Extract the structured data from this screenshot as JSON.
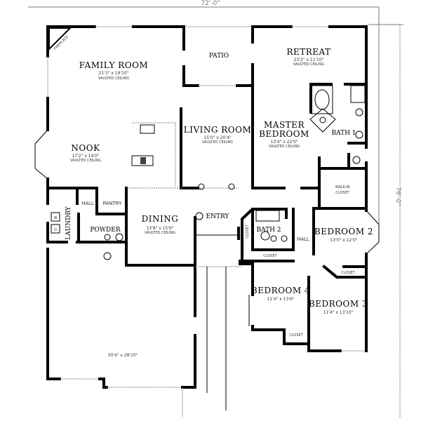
{
  "dimensions": {
    "width": "72'-0\"",
    "depth": "76'-0\""
  },
  "rooms": {
    "family_room": {
      "label": "FAMILY ROOM",
      "size": "21'3\" x 19'10\"",
      "note": "VAULTED CEILING"
    },
    "patio": {
      "label": "PATIO"
    },
    "retreat": {
      "label": "RETREAT",
      "size": "23'2\" x 11'10\"",
      "note": "VAULTED CEILING"
    },
    "living_room": {
      "label": "LIVING ROOM",
      "size": "15'0\" x 20'4\"",
      "note": "VAULTED CEILING"
    },
    "master_bedroom": {
      "label_line1": "MASTER",
      "label_line2": "BEDROOM",
      "size": "13'4\" x 22'0\"",
      "note": "VAULTED CEILING"
    },
    "bath1": {
      "label": "BATH 1"
    },
    "nook": {
      "label": "NOOK",
      "size": "17'2\" x 14'0\"",
      "note": "VAULTED CEILING"
    },
    "walk_in_closet": {
      "label_line1": "WALK-IN",
      "label_line2": "CLOSET"
    },
    "laundry": {
      "label": "LAUNDRY"
    },
    "hall_left": {
      "label": "HALL"
    },
    "pantry": {
      "label": "PANTRY"
    },
    "powder": {
      "label": "POWDER"
    },
    "dining": {
      "label": "DINING",
      "size": "13'8\" x 15'6\"",
      "note": "VAULTED CEILING"
    },
    "entry": {
      "label": "ENTRY"
    },
    "bath2": {
      "label": "BATH 2"
    },
    "hall_right": {
      "label": "HALL"
    },
    "bedroom2": {
      "label": "BEDROOM 2",
      "size": "13'0\" x 12'0\""
    },
    "bedroom4": {
      "label": "BEDROOM 4",
      "size": "11'4\" x 13'6\""
    },
    "bedroom3": {
      "label": "BEDROOM 3",
      "size": "11'4\" x 13'10\""
    },
    "garage": {
      "size": "30'4\" x 28'10\""
    }
  },
  "fixtures": {
    "fireplace": "FIREPLACE",
    "closet": "CLOSET",
    "washer": "W",
    "dryer": "D"
  }
}
